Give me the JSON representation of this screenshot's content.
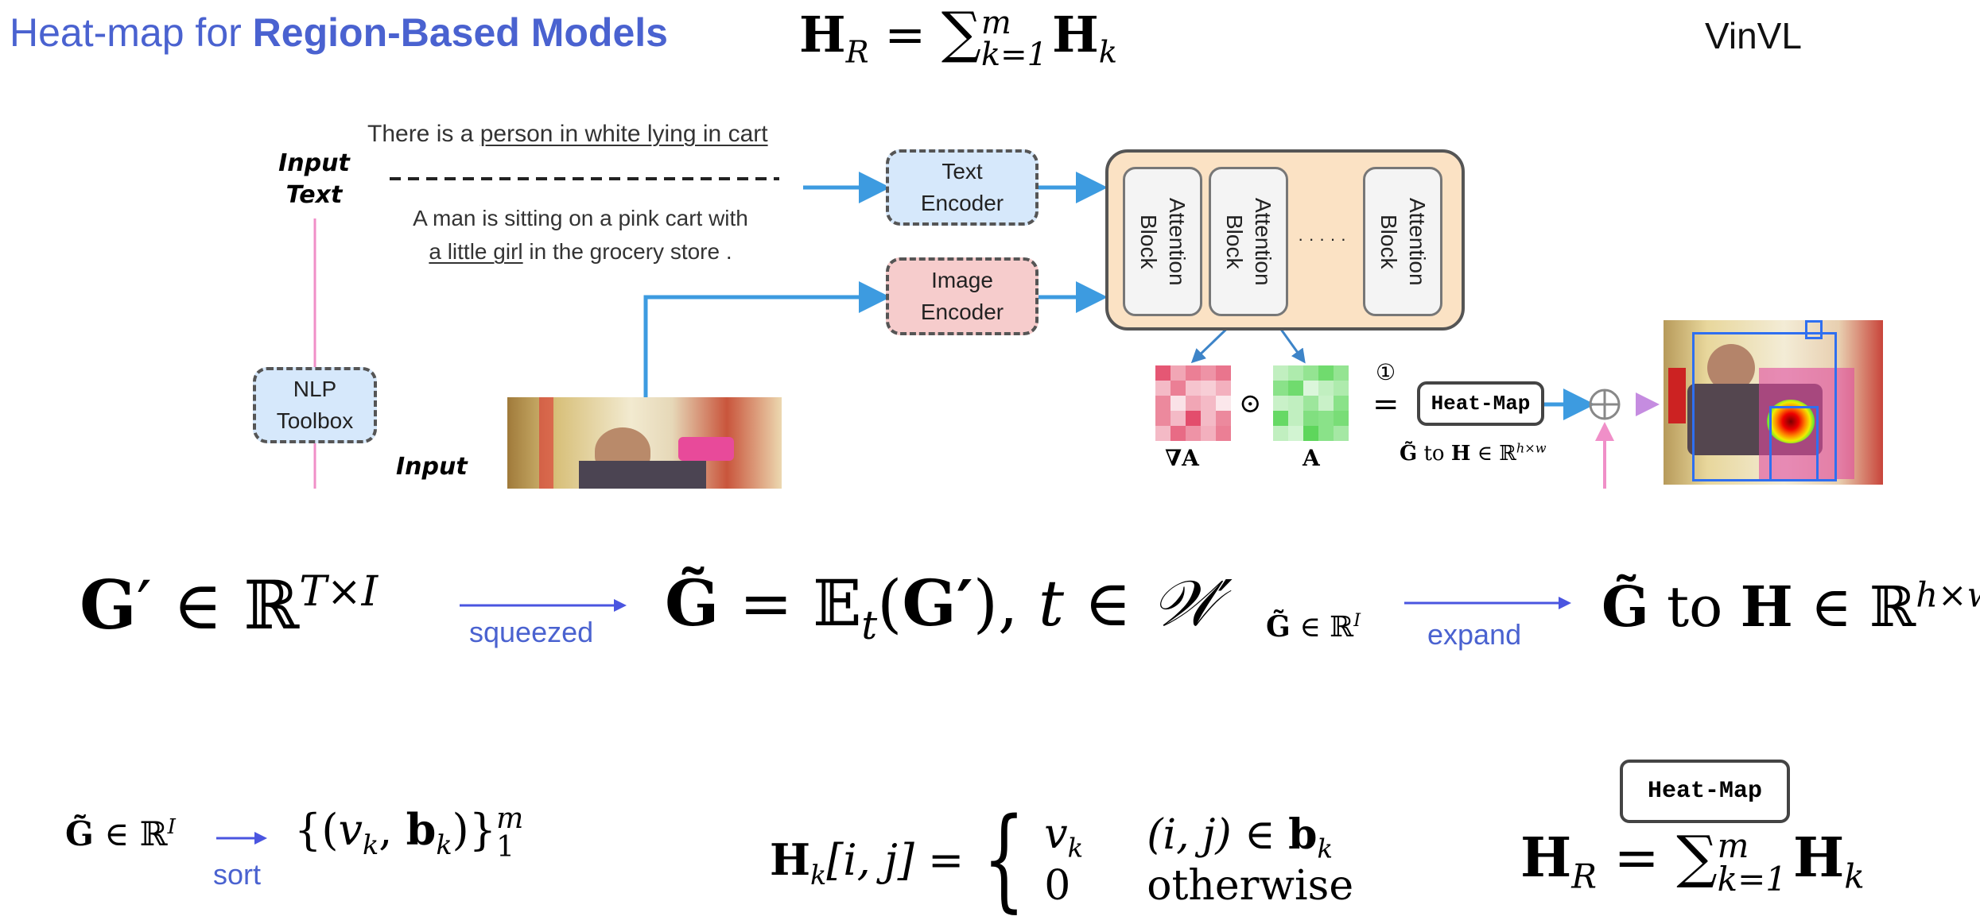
{
  "header": {
    "title_prefix": "Heat-map for ",
    "title_bold": "Region-Based Models",
    "formula": {
      "H": "H",
      "sub_R": "R",
      "eq": " = ",
      "sum": "∑",
      "sup_m": "m",
      "sub_k1": "k=1",
      "Hk": "H",
      "sub_k": "k"
    },
    "model_name": "VinVL"
  },
  "diagram": {
    "input_text_label": [
      "Input",
      "Text"
    ],
    "input_label": "Input",
    "caption1": {
      "plain": "There is a ",
      "underlined": "person in white lying in cart"
    },
    "caption2": {
      "line1": "A man is sitting on a pink cart with",
      "underlined": "a little girl",
      "rest": " in the grocery store ."
    },
    "nlp_toolbox": [
      "NLP",
      "Toolbox"
    ],
    "text_encoder": [
      "Text",
      "Encoder"
    ],
    "image_encoder": [
      "Image",
      "Encoder"
    ],
    "attention_blocks": [
      "Attention Block",
      "Attention Block",
      "Attention Block"
    ],
    "ellipsis": "· · · · ·",
    "grad_label": "∇A",
    "attn_label": "A",
    "odot": "⊙",
    "eq": "=",
    "step_marker": "①",
    "heatmap_label": "Heat-Map",
    "heatmap_caption": {
      "G": "G̃",
      "to": " to ",
      "H": "H",
      "in": " ∈ ℝ",
      "sup": "h×w"
    },
    "oplus": "⊕",
    "grad_grid_alpha": [
      [
        0.85,
        0.45,
        0.65,
        0.55,
        0.7
      ],
      [
        0.35,
        0.65,
        0.3,
        0.25,
        0.4
      ],
      [
        0.6,
        0.15,
        0.45,
        0.35,
        0.12
      ],
      [
        0.6,
        0.35,
        0.9,
        0.35,
        0.6
      ],
      [
        0.35,
        0.75,
        0.55,
        0.4,
        0.65
      ]
    ],
    "attn_grid_alpha": [
      [
        0.35,
        0.45,
        0.6,
        0.8,
        0.6
      ],
      [
        0.65,
        0.8,
        0.2,
        0.35,
        0.45
      ],
      [
        0.3,
        0.35,
        0.55,
        0.3,
        0.65
      ],
      [
        0.85,
        0.35,
        0.7,
        0.65,
        0.75
      ],
      [
        0.35,
        0.25,
        0.9,
        0.65,
        0.5
      ]
    ],
    "colors": {
      "arrow_blue": "#3d9be0",
      "pink_line": "#f08fc8",
      "grad_red": "#e03a5c",
      "attn_green": "#4cd24a",
      "bbox_blue": "#2f6ff0"
    }
  },
  "middle_row": {
    "g_prime": {
      "G": "G",
      "prime": "′",
      "in": " ∈ ℝ",
      "sup": "T×I"
    },
    "squeezed_label": "squeezed",
    "g_tilde_def": {
      "G": "G̃",
      "eq": " = 𝔼",
      "sub_t": "t",
      "rest_open": "(",
      "Gp": "G′",
      "rest_close": "), ",
      "t": "t",
      "in": " ∈ ",
      "W": "𝒲′"
    },
    "small_g": {
      "G": "G̃",
      "in": " ∈ ℝ",
      "sup": "I"
    },
    "expand_label": "expand",
    "result": {
      "G": "G̃",
      "to": " to ",
      "H": "H",
      "in": " ∈ ℝ",
      "sup": "h×w"
    }
  },
  "bottom_row": {
    "sort_input": {
      "G": "G̃",
      "in": " ∈ ℝ",
      "sup": "I"
    },
    "sort_label": "sort",
    "set": {
      "open": "{(",
      "v": "v",
      "sub_k": "k",
      "comma": ", ",
      "b": "b",
      "sub_k2": "k",
      "close": ")}",
      "sup": "m",
      "sub": "1"
    },
    "hk_def": {
      "H": "H",
      "sub_k": "k",
      "idx": "[i, j] = ",
      "case1_val": "v",
      "case1_sub": "k",
      "case1_cond_pre": "(i, j) ∈ ",
      "case1_cond_b": "b",
      "case1_cond_sub": "k",
      "case2_val": "0",
      "case2_cond": "otherwise"
    },
    "heatmap_box": "Heat-Map",
    "hr_formula": {
      "H": "H",
      "sub_R": "R",
      "eq": " = ",
      "sum": "∑",
      "sup_m": "m",
      "sub_k1": "k=1",
      "Hk": "H",
      "sub_k": "k"
    }
  }
}
